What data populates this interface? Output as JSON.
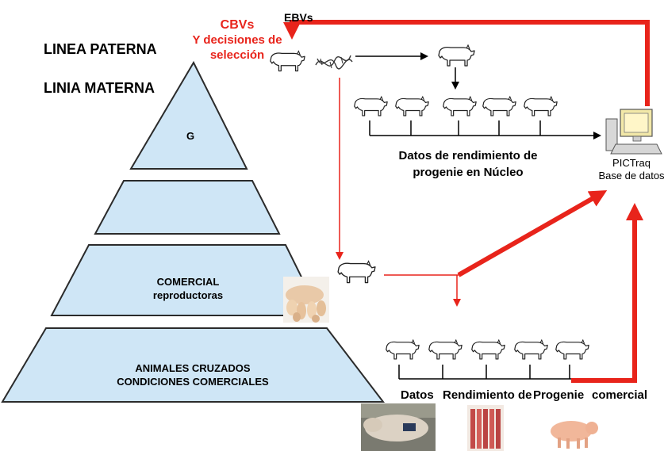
{
  "colors": {
    "pyramid_fill": "#cfe6f6",
    "pyramid_stroke": "#2b2b2b",
    "red": "#e8241b",
    "black": "#000000"
  },
  "header": {
    "paterna": "LINEA PATERNA",
    "materna": "LINIA MATERNA",
    "ebvs": "EBVs",
    "cbvs_line1": "CBVs",
    "cbvs_line2": "Y decisiones de",
    "cbvs_line3": "selección"
  },
  "pyramid": {
    "tiers": [
      {
        "id": "g",
        "line1": "G",
        "line2": ""
      },
      {
        "id": "m",
        "line1": "",
        "line2": ""
      },
      {
        "id": "comercial",
        "line1": "COMERCIAL",
        "line2": "reproductoras"
      },
      {
        "id": "cruzados",
        "line1": "ANIMALES CRUZADOS",
        "line2": "CONDICIONES COMERCIALES"
      }
    ]
  },
  "nucleo": {
    "line1": "Datos de rendimiento de",
    "line2": "progenie en Núcleo"
  },
  "database": {
    "icon": "computer-icon",
    "line1": "PICTraq",
    "line2": "Base de datos"
  },
  "bottom_caption": {
    "word1": "Datos",
    "word2": "Rendimiento de",
    "word3": "Progenie",
    "word4": "comercial"
  },
  "photos": {
    "sow_litter": "sow-with-piglets-photo",
    "pig_scale": "pig-on-floor-photo",
    "carcass": "pork-carcass-photo",
    "pig_side": "live-pig-photo"
  },
  "icons": {
    "pig_outline": "pig-outline-icon",
    "dna": "dna-strand-icon"
  }
}
